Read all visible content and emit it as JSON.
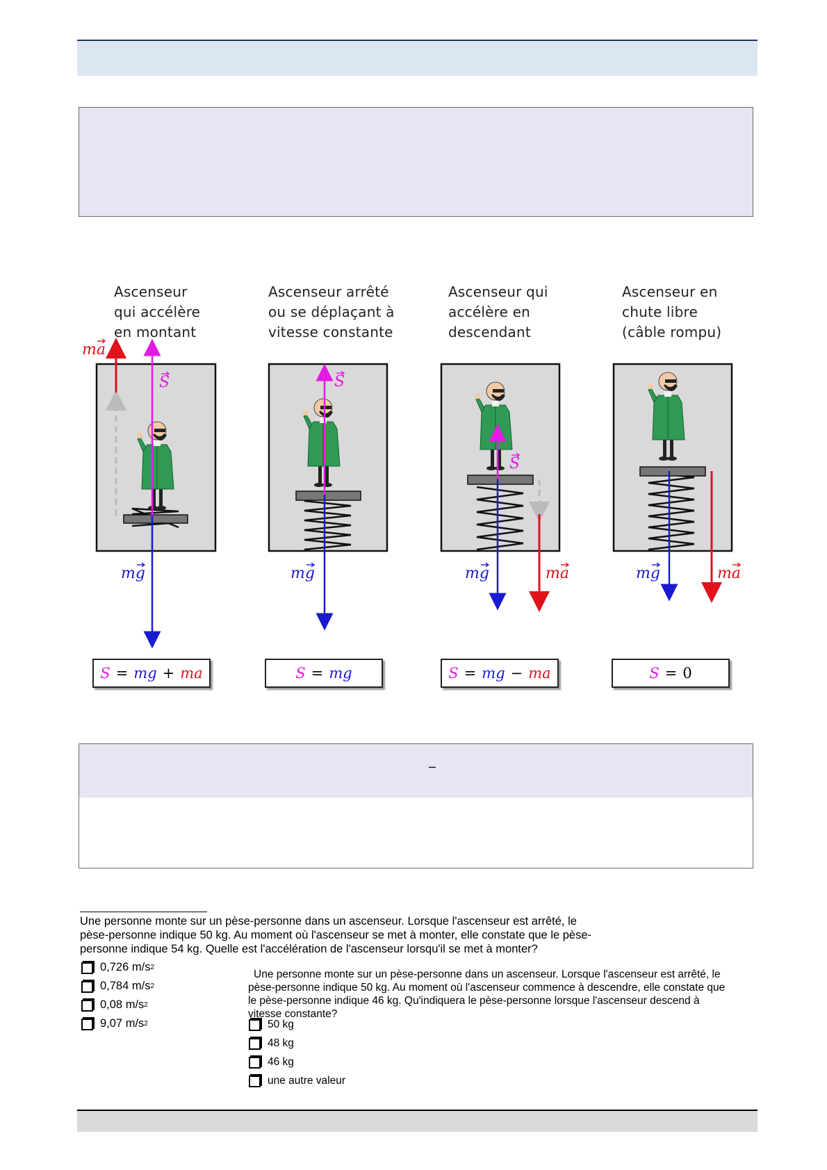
{
  "figure": {
    "panels": [
      {
        "caption": [
          "Ascenseur",
          "qui accélère",
          "en montant"
        ],
        "equation": {
          "lhs": "S",
          "rhs1": "mg",
          "op": "+",
          "rhs2": "ma"
        }
      },
      {
        "caption": [
          "Ascenseur arrêté",
          "ou se déplaçant à",
          "vitesse constante"
        ],
        "equation": {
          "lhs": "S",
          "rhs1": "mg",
          "op": "",
          "rhs2": ""
        }
      },
      {
        "caption": [
          "Ascenseur qui",
          "accélère en",
          "descendant"
        ],
        "equation": {
          "lhs": "S",
          "rhs1": "mg",
          "op": "−",
          "rhs2": "ma"
        }
      },
      {
        "caption": [
          "Ascenseur en",
          "chute libre",
          "(câble rompu)"
        ],
        "equation": {
          "lhs": "S",
          "rhs1": "0",
          "op": "",
          "rhs2": ""
        }
      }
    ],
    "labels": {
      "ma": "ma",
      "mg": "mg",
      "S": "S"
    },
    "colors": {
      "S": "#e21be2",
      "mg": "#1a1ad0",
      "ma": "#e0121a"
    }
  },
  "box2": {
    "symbol": "–"
  },
  "question1": {
    "text": "Une personne monte sur un pèse-personne dans un ascenseur. Lorsque l'ascenseur est arrêté, le pèse-personne indique 50 kg. Au moment où l'ascenseur se met à monter, elle constate que le pèse-personne indique 54 kg. Quelle est l'accélération de l'ascenseur lorsqu'il se met à monter?",
    "lines": [
      "Une personne monte sur un pèse-personne dans un ascenseur. Lorsque l'ascenseur est arrêté, le",
      "pèse-personne indique 50 kg. Au moment où l'ascenseur se met à monter, elle constate que le pèse-",
      "personne indique 54 kg. Quelle est l'accélération de l'ascenseur lorsqu'il se met à monter?"
    ],
    "options": [
      "0,726 m/s",
      "0,784 m/s",
      "0,08 m/s",
      "9,07 m/s"
    ],
    "unit_exponent": "2"
  },
  "question2": {
    "lines": [
      "Une personne monte sur un pèse-personne dans un ascenseur. Lorsque l'ascenseur est arrêté, le",
      "pèse-personne indique 50 kg. Au moment où l'ascenseur commence à descendre, elle constate que",
      "le pèse-personne indique 46 kg. Qu'indiquera le pèse-personne lorsque l'ascenseur descend à",
      "vitesse constante?"
    ],
    "options": [
      "50 kg",
      "48 kg",
      "46 kg",
      "une autre valeur"
    ]
  }
}
